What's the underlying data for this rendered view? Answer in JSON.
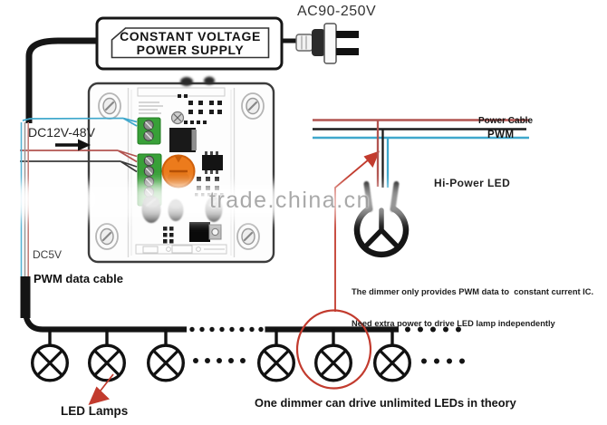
{
  "diagram_title": "LED dimmer wiring diagram",
  "labels": {
    "ac_input": "AC90-250V",
    "psu_line1": "CONSTANT VOLTAGE",
    "psu_line2": "POWER SUPPLY",
    "dc_input": "DC12V-48V",
    "dc5v": "DC5V",
    "pwm_data_cable": "PWM data cable",
    "power_cable": "Power Cable",
    "pwm": "PWM",
    "hi_power_led": "Hi-Power LED",
    "note_line1": "The dimmer only provides PWM data to  constant current IC.",
    "note_line2": "Need extra power to drive LED lamp independently",
    "led_lamps": "LED Lamps",
    "one_dimmer_note": "One dimmer can drive unlimited LEDs in theory",
    "watermark": "trade.china.cn"
  },
  "colors": {
    "wire_red": "#b25450",
    "wire_blue": "#3fa8cc",
    "wire_black": "#1c1c1c",
    "highlight_red": "#c23b2e",
    "pcb_green": "#38a038",
    "pot_orange": "#ec7b1c",
    "line_black": "#141414"
  },
  "lamp_count_drawn": 6
}
